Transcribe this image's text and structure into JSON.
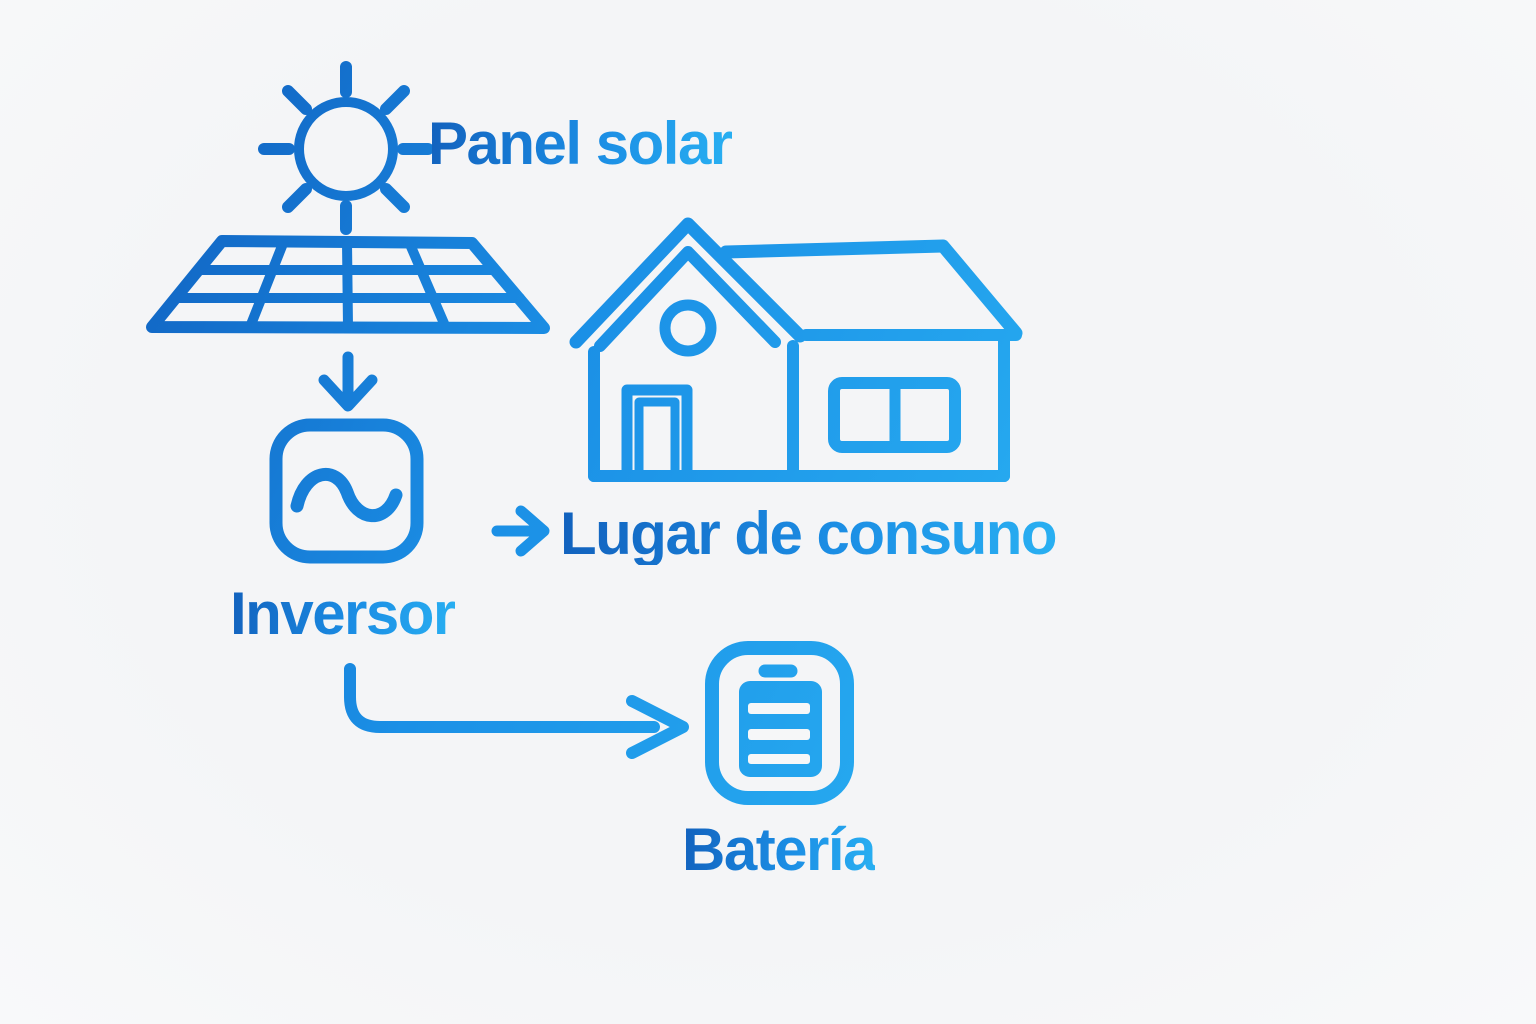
{
  "diagram": {
    "background_color": "#f6f7f8",
    "stroke_colors": {
      "dark": "#1164c2",
      "mid": "#1e96ea",
      "light": "#29b3f4"
    },
    "labels": {
      "panel_solar": "Panel solar",
      "inversor": "Inversor",
      "lugar_de_consumo": "Lugar de consuno",
      "bateria": "Batería"
    },
    "icons": [
      {
        "name": "sun-icon",
        "shape": "circle-with-8-rays"
      },
      {
        "name": "solar-panel-icon",
        "shape": "tilted-trapezoid-grid-4x3"
      },
      {
        "name": "down-arrow-icon",
        "shape": "arrow-down"
      },
      {
        "name": "inverter-icon",
        "shape": "rounded-square-with-sine-wave"
      },
      {
        "name": "house-icon",
        "shape": "gabled-house-round-window-door-double-window"
      },
      {
        "name": "right-arrow-icon",
        "shape": "arrow-right"
      },
      {
        "name": "curved-arrow-icon",
        "shape": "elbow-arrow-down-then-right"
      },
      {
        "name": "battery-icon",
        "shape": "battery-with-three-charge-bars"
      }
    ],
    "connections": [
      {
        "from": "panel_solar",
        "to": "inversor",
        "via": "down-arrow-icon"
      },
      {
        "from": "inversor",
        "to": "lugar_de_consumo",
        "via": "right-arrow-icon"
      },
      {
        "from": "inversor",
        "to": "bateria",
        "via": "curved-arrow-icon"
      }
    ]
  }
}
